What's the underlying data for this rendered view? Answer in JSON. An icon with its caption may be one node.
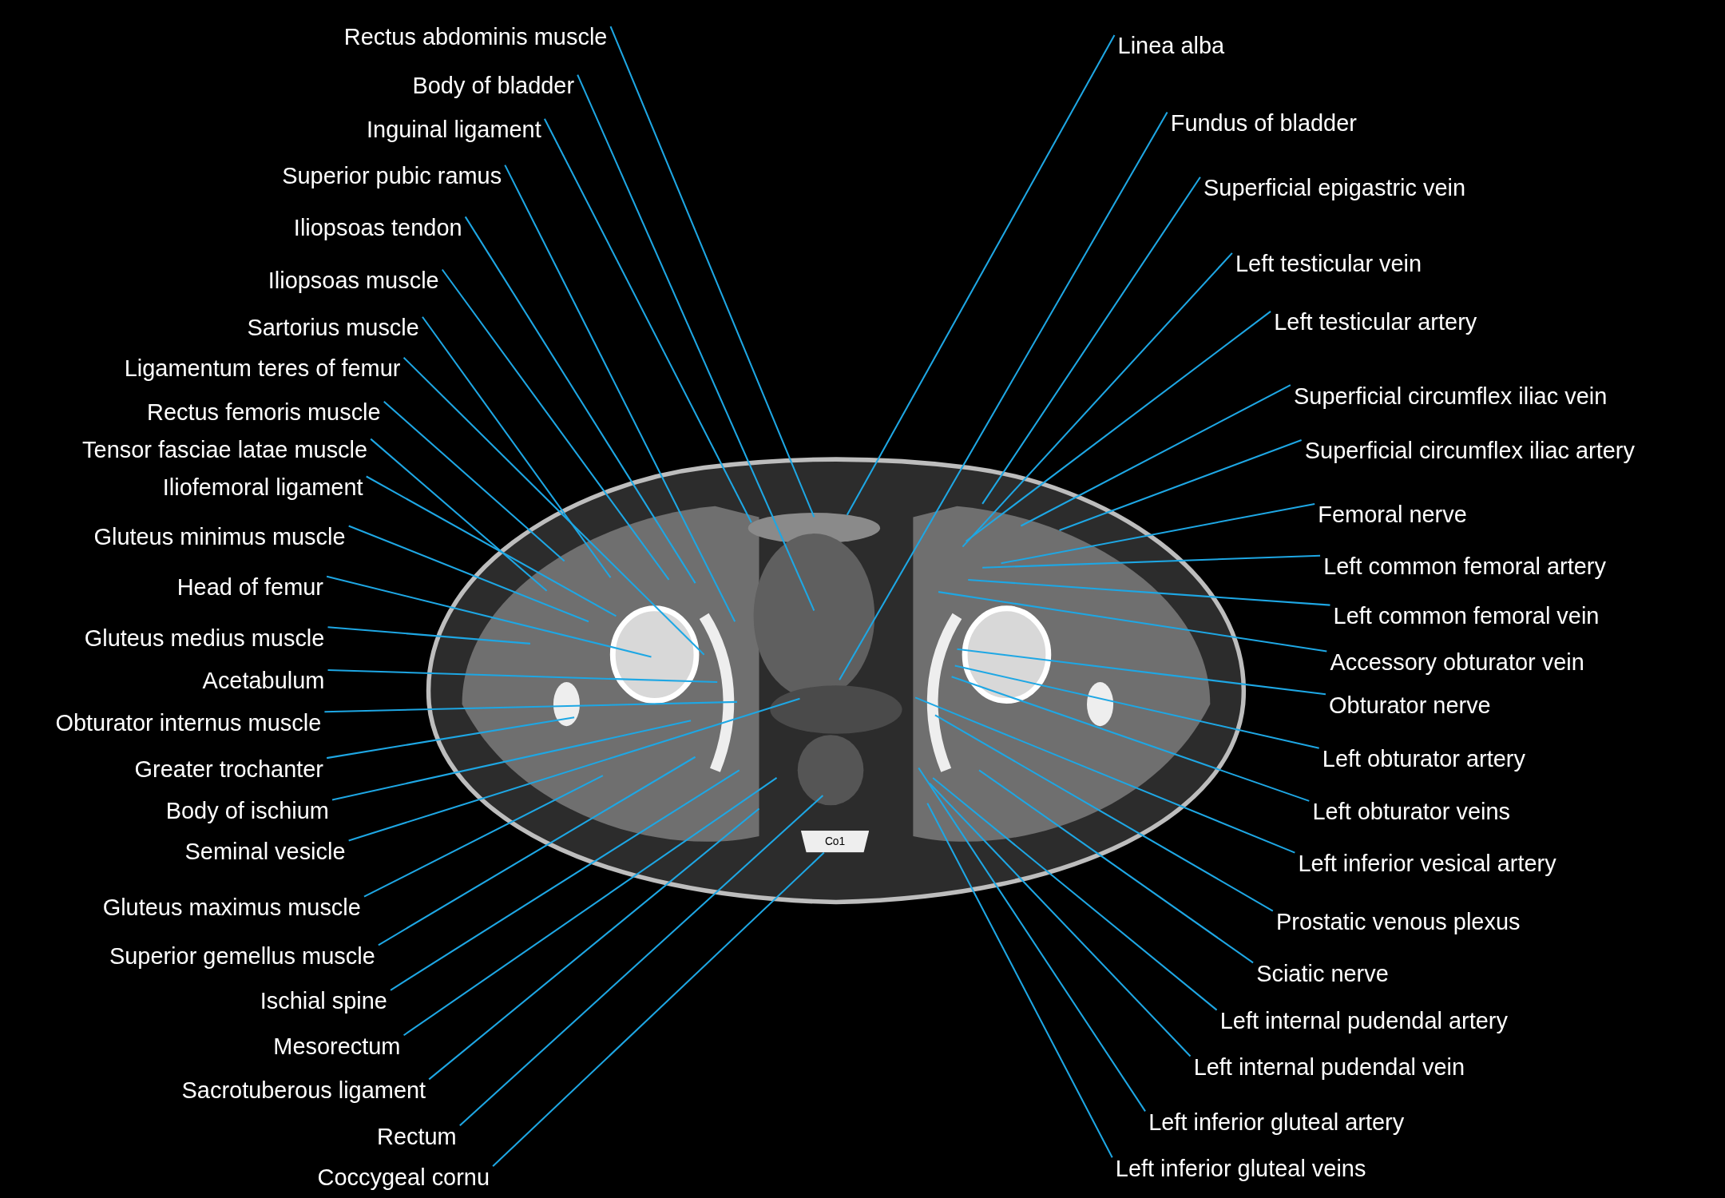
{
  "diagram": {
    "nodes": [
      {
        "text": [
          "Rectus abdominis muscle"
        ]
      },
      {
        "text": [
          "Body of bladder"
        ]
      },
      {
        "text": [
          "Inguinal ligament"
        ]
      },
      {
        "text": [
          "Superior pubic ramus"
        ]
      },
      {
        "text": [
          "Iliopsoas tendon"
        ]
      },
      {
        "text": [
          "Iliopsoas muscle"
        ]
      },
      {
        "text": [
          "Sartorius muscle"
        ]
      },
      {
        "text": [
          "Ligamentum teres of femur"
        ]
      },
      {
        "text": [
          "Rectus femoris muscle"
        ]
      },
      {
        "text": [
          "Tensor fasciae latae muscle"
        ]
      },
      {
        "text": [
          "Iliofemoral ligament"
        ]
      },
      {
        "text": [
          "Gluteus minimus muscle"
        ]
      },
      {
        "text": [
          "Head of femur"
        ]
      },
      {
        "text": [
          "Gluteus medius muscle"
        ]
      },
      {
        "text": [
          "Acetabulum"
        ]
      },
      {
        "text": [
          "Obturator internus muscle"
        ]
      },
      {
        "text": [
          "Greater trochanter"
        ]
      },
      {
        "text": [
          "Body of ischium"
        ]
      },
      {
        "text": [
          "Seminal vesicle"
        ]
      },
      {
        "text": [
          "Gluteus maximus muscle"
        ]
      },
      {
        "text": [
          "Superior gemellus muscle"
        ]
      },
      {
        "text": [
          "Ischial spine"
        ]
      },
      {
        "text": [
          "Mesorectum"
        ]
      },
      {
        "text": [
          "Sacrotuberous ligament"
        ]
      },
      {
        "text": [
          "Rectum"
        ]
      },
      {
        "text": [
          "Coccygeal cornu"
        ]
      },
      {
        "text": [
          "Linea alba"
        ]
      },
      {
        "text": [
          "Fundus of bladder"
        ]
      },
      {
        "text": [
          "Superficial epigastric vein"
        ]
      },
      {
        "text": [
          "Left testicular vein"
        ]
      },
      {
        "text": [
          "Left testicular artery"
        ]
      },
      {
        "text": [
          "Superficial circumflex iliac vein"
        ]
      },
      {
        "text": [
          "Superficial circumflex iliac artery"
        ]
      },
      {
        "text": [
          "Femoral nerve"
        ]
      },
      {
        "text": [
          "Left common femoral artery"
        ]
      },
      {
        "text": [
          "Left common femoral vein"
        ]
      },
      {
        "text": [
          "Accessory obturator vein"
        ]
      },
      {
        "text": [
          "Obturator nerve"
        ]
      },
      {
        "text": [
          "Left obturator artery"
        ]
      },
      {
        "text": [
          "Left obturator veins"
        ]
      },
      {
        "text": [
          "Left inferior vesical artery"
        ]
      },
      {
        "text": [
          "Prostatic venous plexus"
        ]
      },
      {
        "text": [
          "Sciatic nerve"
        ]
      },
      {
        "text": [
          "Left internal pudendal artery"
        ]
      },
      {
        "text": [
          "Left internal pudendal vein"
        ]
      },
      {
        "text": [
          "Left inferior gluteal artery"
        ]
      },
      {
        "text": [
          "Left inferior gluteal veins"
        ]
      },
      {
        "text": [
          "Co1"
        ]
      }
    ],
    "edges": [
      {
        "from": 0,
        "to": null,
        "arrow": "none"
      },
      {
        "from": 1,
        "to": null,
        "arrow": "none"
      },
      {
        "from": 2,
        "to": null,
        "arrow": "none"
      },
      {
        "from": 3,
        "to": null,
        "arrow": "none"
      },
      {
        "from": 4,
        "to": null,
        "arrow": "none"
      },
      {
        "from": 5,
        "to": null,
        "arrow": "none"
      },
      {
        "from": 6,
        "to": null,
        "arrow": "none"
      },
      {
        "from": 7,
        "to": null,
        "arrow": "none"
      },
      {
        "from": 8,
        "to": null,
        "arrow": "none"
      },
      {
        "from": 9,
        "to": null,
        "arrow": "none"
      },
      {
        "from": 10,
        "to": null,
        "arrow": "none"
      },
      {
        "from": 11,
        "to": null,
        "arrow": "none"
      },
      {
        "from": 12,
        "to": null,
        "arrow": "none"
      },
      {
        "from": 13,
        "to": null,
        "arrow": "none"
      },
      {
        "from": 14,
        "to": null,
        "arrow": "none"
      },
      {
        "from": 15,
        "to": null,
        "arrow": "none"
      },
      {
        "from": 16,
        "to": null,
        "arrow": "none"
      },
      {
        "from": 17,
        "to": null,
        "arrow": "none"
      },
      {
        "from": 18,
        "to": null,
        "arrow": "none"
      },
      {
        "from": 19,
        "to": null,
        "arrow": "none"
      },
      {
        "from": 20,
        "to": null,
        "arrow": "none"
      },
      {
        "from": 21,
        "to": null,
        "arrow": "none"
      },
      {
        "from": 22,
        "to": null,
        "arrow": "none"
      },
      {
        "from": 23,
        "to": null,
        "arrow": "none"
      },
      {
        "from": 24,
        "to": null,
        "arrow": "none"
      },
      {
        "from": 25,
        "to": 47,
        "arrow": "none"
      },
      {
        "from": 26,
        "to": null,
        "arrow": "none"
      },
      {
        "from": 27,
        "to": null,
        "arrow": "none"
      },
      {
        "from": 28,
        "to": null,
        "arrow": "none"
      },
      {
        "from": 29,
        "to": null,
        "arrow": "none"
      },
      {
        "from": 30,
        "to": null,
        "arrow": "none"
      },
      {
        "from": 31,
        "to": null,
        "arrow": "none"
      },
      {
        "from": 32,
        "to": null,
        "arrow": "none"
      },
      {
        "from": 33,
        "to": null,
        "arrow": "none"
      },
      {
        "from": 34,
        "to": null,
        "arrow": "none"
      },
      {
        "from": 35,
        "to": null,
        "arrow": "none"
      },
      {
        "from": 36,
        "to": null,
        "arrow": "none"
      },
      {
        "from": 37,
        "to": null,
        "arrow": "none"
      },
      {
        "from": 38,
        "to": null,
        "arrow": "none"
      },
      {
        "from": 39,
        "to": null,
        "arrow": "none"
      },
      {
        "from": 40,
        "to": null,
        "arrow": "none"
      },
      {
        "from": 41,
        "to": null,
        "arrow": "none"
      },
      {
        "from": 42,
        "to": null,
        "arrow": "none"
      },
      {
        "from": 43,
        "to": null,
        "arrow": "none"
      },
      {
        "from": 44,
        "to": null,
        "arrow": "none"
      },
      {
        "from": 45,
        "to": null,
        "arrow": "none"
      },
      {
        "from": 46,
        "to": null,
        "arrow": "none"
      }
    ]
  }
}
